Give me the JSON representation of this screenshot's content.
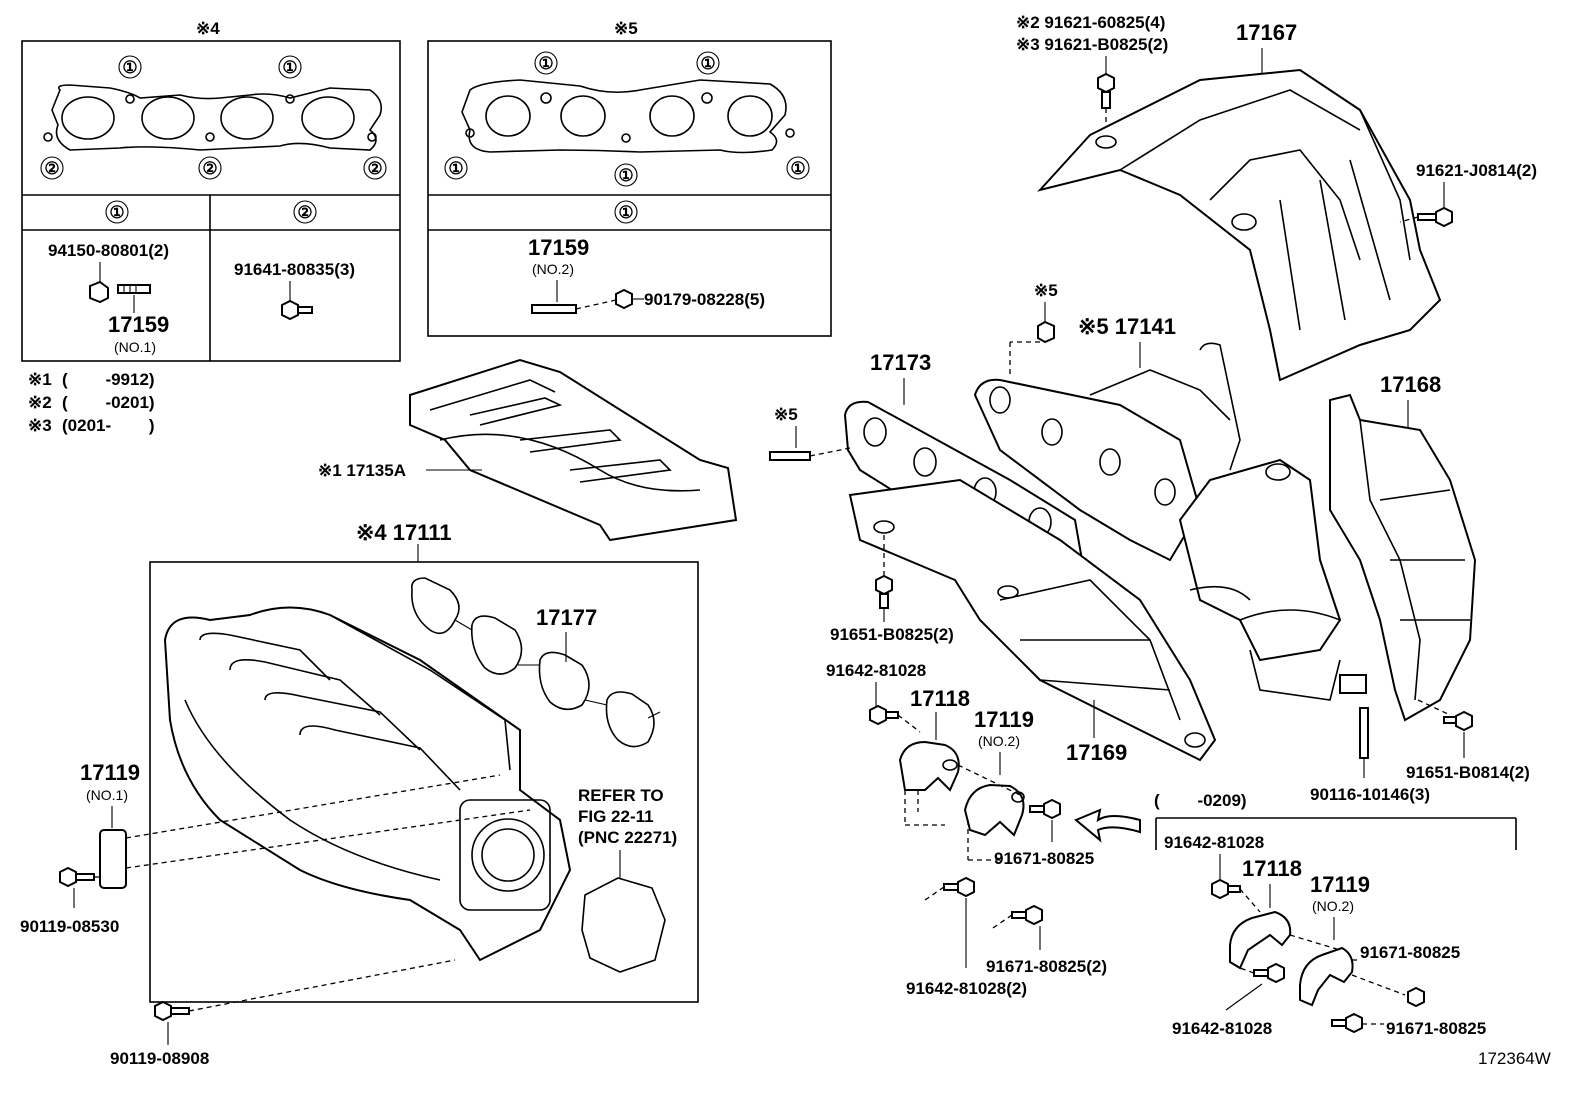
{
  "diagram_id": "172364W",
  "insets": {
    "gasket4": {
      "note": "※4",
      "col1_header": "①",
      "col2_header": "②",
      "col1_parts": [
        "94150-80801(2)",
        "17159",
        "(NO.1)"
      ],
      "col2_parts": [
        "91641-80835(3)"
      ]
    },
    "gasket5": {
      "note": "※5",
      "header": "①",
      "parts": [
        "17159",
        "(NO.2)",
        "90179-08228(5)"
      ]
    }
  },
  "circle_refs": {
    "one": "①",
    "two": "②"
  },
  "notes": [
    {
      "mark": "※1",
      "range": "(        -9912)"
    },
    {
      "mark": "※2",
      "range": "(        -0201)"
    },
    {
      "mark": "※3",
      "range": "(0201-        )"
    }
  ],
  "labels": {
    "p17135A": "※1 17135A",
    "p17111": "※4 17111",
    "p17177": "17177",
    "refer1": "REFER TO",
    "refer2": "FIG 22-11",
    "refer3": "(PNC 22271)",
    "p17119_no1": "17119",
    "p17119_no1_sub": "(NO.1)",
    "p90119_08530": "90119-08530",
    "p90119_08908": "90119-08908",
    "p17167": "17167",
    "p91621_60825": "※2 91621-60825(4)",
    "p91621_B0825": "※3 91621-B0825(2)",
    "p91621_J0814": "91621-J0814(2)",
    "n5_nut": "※5",
    "p17141": "※5 17141",
    "p17173": "17173",
    "n5_stud": "※5",
    "p17168": "17168",
    "p91651_B0825": "91651-B0825(2)",
    "p17169": "17169",
    "p91642_81028_a": "91642-81028",
    "p17118_a": "17118",
    "p17119_no2_a": "17119",
    "p17119_no2_a_sub": "(NO.2)",
    "p91671_80825_a": "91671-80825",
    "p91671_80825_2": "91671-80825(2)",
    "p91642_81028_2": "91642-81028(2)",
    "p90116_10146": "90116-10146(3)",
    "p91651_B0814": "91651-B0814(2)",
    "range_0209": "(        -0209)",
    "p91642_81028_b": "91642-81028",
    "p17118_b": "17118",
    "p17119_no2_b": "17119",
    "p17119_no2_b_sub": "(NO.2)",
    "p91671_80825_b": "91671-80825",
    "p91642_81028_c": "91642-81028",
    "p91671_80825_c": "91671-80825"
  }
}
